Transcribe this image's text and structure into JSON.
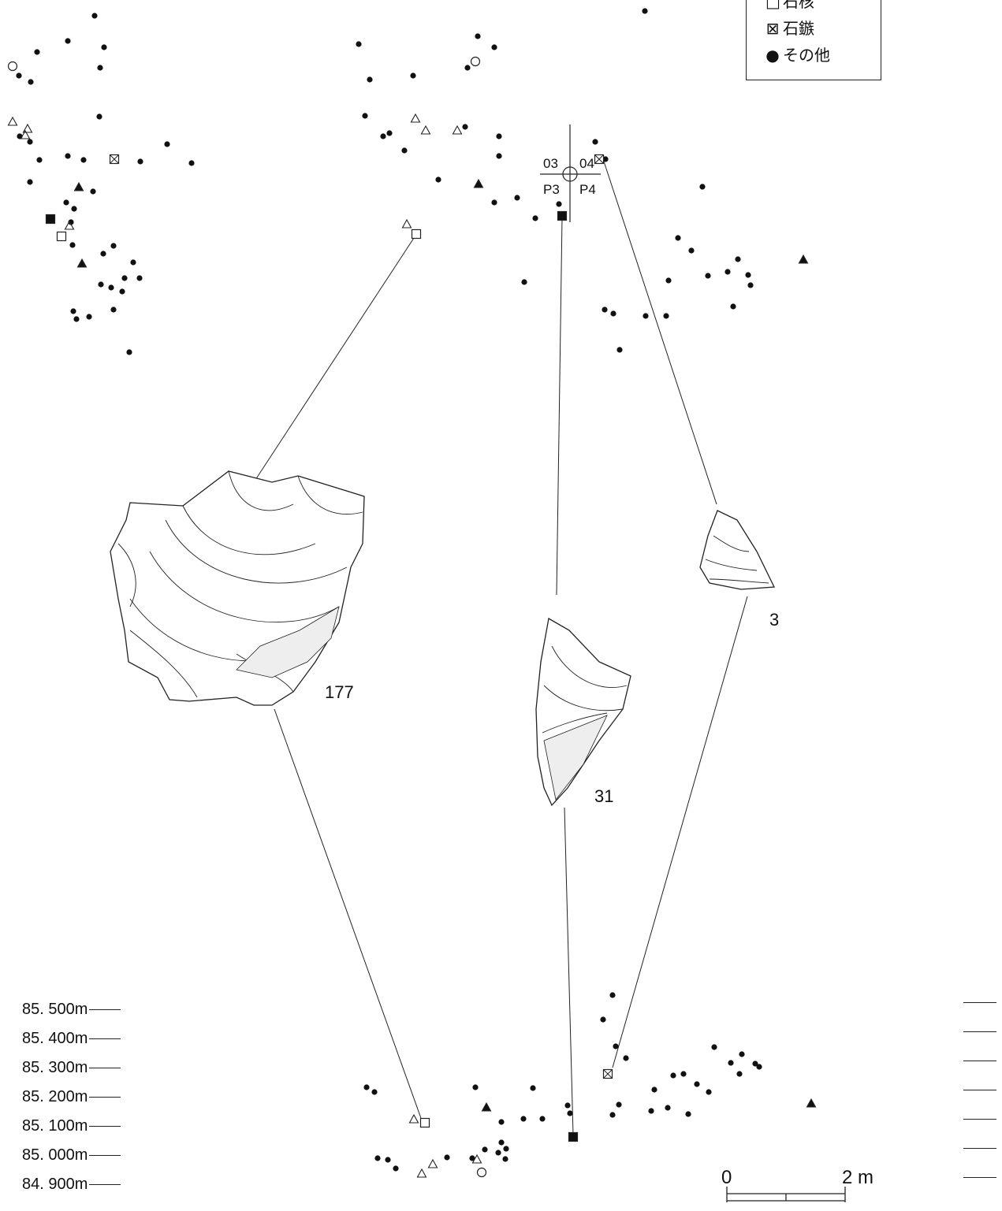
{
  "legend": {
    "items": [
      {
        "symbol": "□",
        "label": "石核"
      },
      {
        "symbol": "⊠",
        "label": "石鏃"
      },
      {
        "symbol": "●",
        "label": "その他"
      }
    ]
  },
  "grid_marker": {
    "tl": "03",
    "tr": "04",
    "bl": "P3",
    "br": "P4"
  },
  "artifacts": [
    {
      "id": "177"
    },
    {
      "id": "31"
    },
    {
      "id": "3"
    }
  ],
  "elevations": [
    "85. 500m",
    "85. 400m",
    "85. 300m",
    "85. 200m",
    "85. 100m",
    "85. 000m",
    "84. 900m"
  ],
  "scale_bar": {
    "start": "0",
    "end": "2 m"
  }
}
